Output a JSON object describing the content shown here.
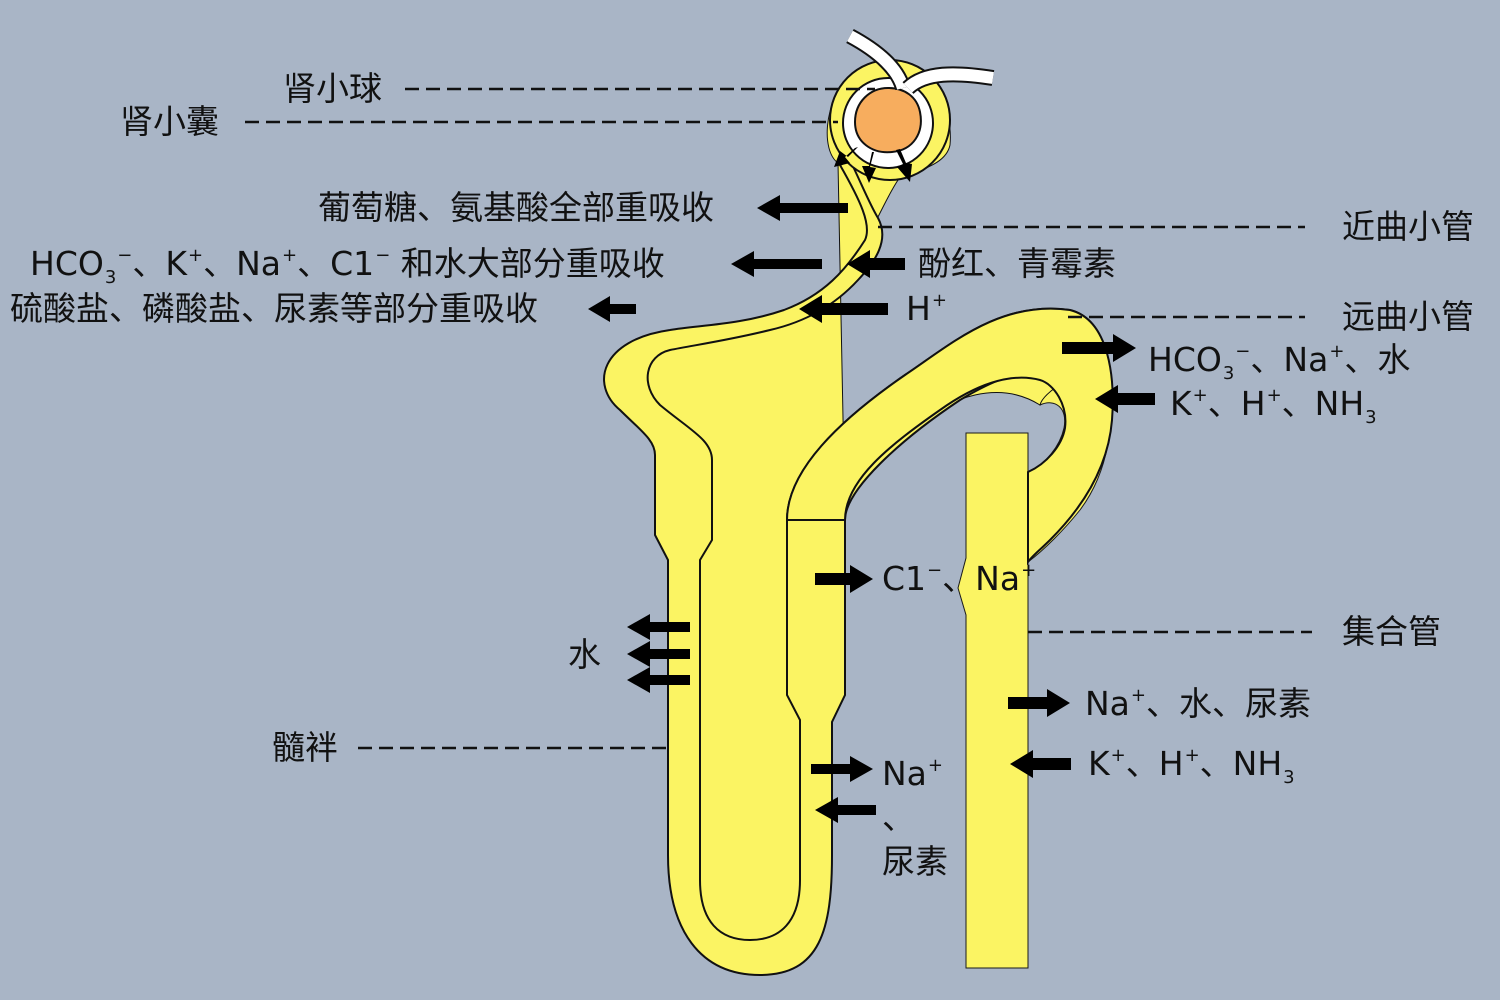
{
  "colors": {
    "background": "#a9b5c6",
    "tubule_fill": "#fbf463",
    "tubule_stroke": "#111111",
    "glomerulus_fill": "#f7ad5e",
    "capsule_inner": "#ffffff",
    "arrow": "#000000"
  },
  "structures": {
    "glomerulus": "肾小球",
    "capsule": "肾小囊",
    "proximal_tubule": "近曲小管",
    "distal_tubule": "远曲小管",
    "collecting_duct": "集合管",
    "loop": "髓袢"
  },
  "left_labels": {
    "glucose": "葡萄糖、氨基酸全部重吸收",
    "bicarbonate_row": {
      "ion1": {
        "base": "HCO",
        "sub": "3",
        "sup": "−"
      },
      "sep1": "、",
      "ion2": {
        "base": "K",
        "sup": "+"
      },
      "sep2": "、",
      "ion3": {
        "base": "Na",
        "sup": "+"
      },
      "sep3": "、",
      "ion4": {
        "base": "C1",
        "sup": "−"
      },
      "tail": " 和水大部分重吸收"
    },
    "sulfate": "硫酸盐、磷酸盐、尿素等部分重吸收",
    "water": "水"
  },
  "proximal_secretion": {
    "drugs": "酚红、青霉素",
    "hydrogen": {
      "base": "H",
      "sup": "+"
    }
  },
  "distal": {
    "reabsorb": {
      "ion1": {
        "base": "HCO",
        "sub": "3",
        "sup": "−"
      },
      "sep1": "、",
      "ion2": {
        "base": "Na",
        "sup": "+"
      },
      "sep2": "、",
      "tail": "水"
    },
    "secrete": {
      "ion1": {
        "base": "K",
        "sup": "+"
      },
      "sep1": "、",
      "ion2": {
        "base": "H",
        "sup": "+"
      },
      "sep2": "、",
      "ion3": {
        "base": "NH",
        "sub": "3"
      }
    }
  },
  "ascending_limb": {
    "cl_na": {
      "ion1": {
        "base": "C1",
        "sup": "−"
      },
      "sep1": "、",
      "ion2": {
        "base": "Na",
        "sup": "+"
      }
    },
    "na_urea": {
      "ion1": {
        "base": "Na",
        "sup": "+"
      },
      "sep1": "、",
      "tail": "尿素"
    }
  },
  "collecting": {
    "reabsorb": {
      "ion1": {
        "base": "Na",
        "sup": "+"
      },
      "sep1": "、",
      "tail": "水、尿素"
    },
    "secrete": {
      "ion1": {
        "base": "K",
        "sup": "+"
      },
      "sep1": "、",
      "ion2": {
        "base": "H",
        "sup": "+"
      },
      "sep2": "、",
      "ion3": {
        "base": "NH",
        "sub": "3"
      }
    }
  }
}
